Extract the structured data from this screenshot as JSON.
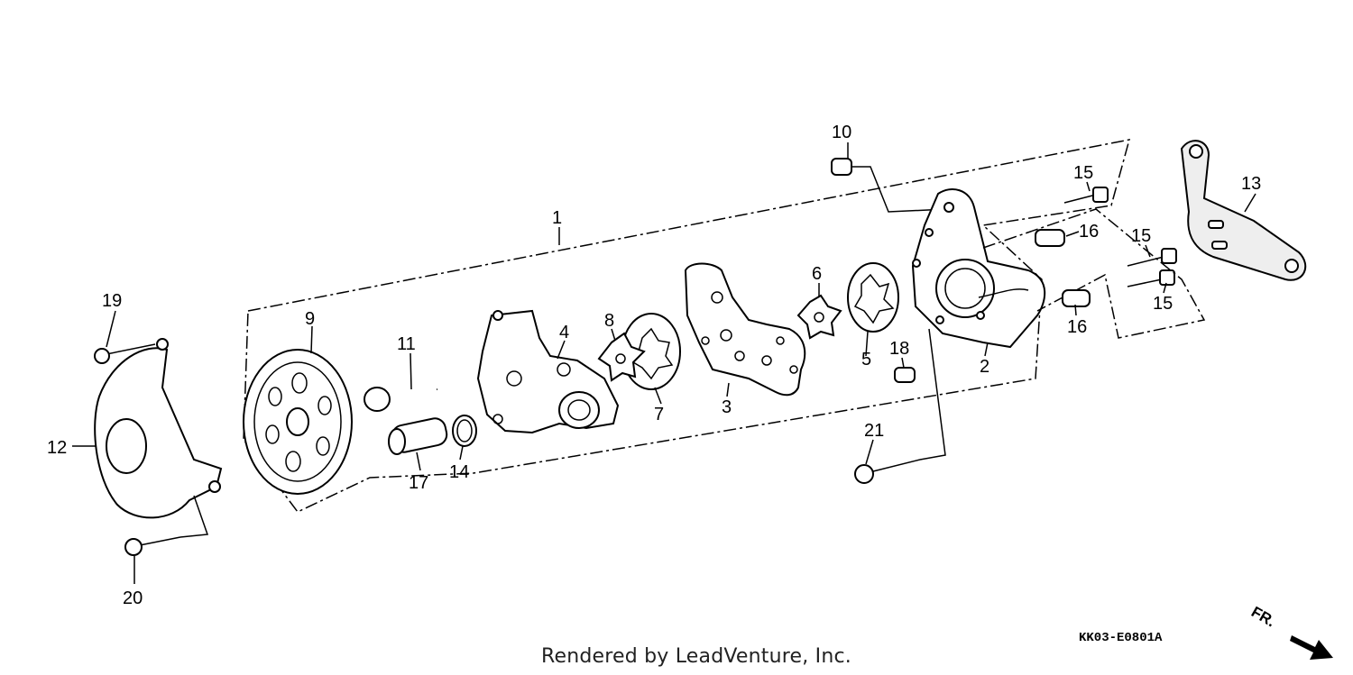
{
  "diagram": {
    "callouts": [
      "1",
      "2",
      "3",
      "4",
      "5",
      "6",
      "7",
      "8",
      "9",
      "10",
      "11",
      "12",
      "13",
      "14",
      "15",
      "15",
      "15",
      "16",
      "16",
      "17",
      "18",
      "19",
      "20",
      "21"
    ],
    "direction_label": "FR.",
    "drawing_code": "KK03-E0801A",
    "footer": "Rendered by LeadVenture, Inc."
  }
}
